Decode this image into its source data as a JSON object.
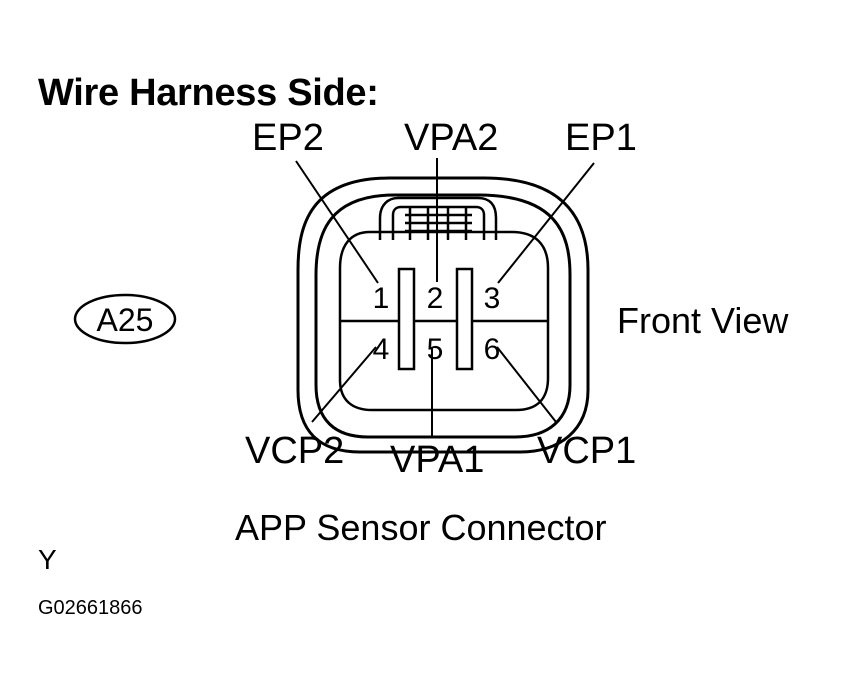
{
  "title": "Wire Harness Side:",
  "pins": [
    {
      "num": "1",
      "name": "EP2"
    },
    {
      "num": "2",
      "name": "VPA2"
    },
    {
      "num": "3",
      "name": "EP1"
    },
    {
      "num": "4",
      "name": "VCP2"
    },
    {
      "num": "5",
      "name": "VPA1"
    },
    {
      "num": "6",
      "name": "VCP1"
    }
  ],
  "connector_code": "A25",
  "view_label": "Front View",
  "connector_name": "APP Sensor Connector",
  "color_code": "Y",
  "figure_code": "G02661866"
}
